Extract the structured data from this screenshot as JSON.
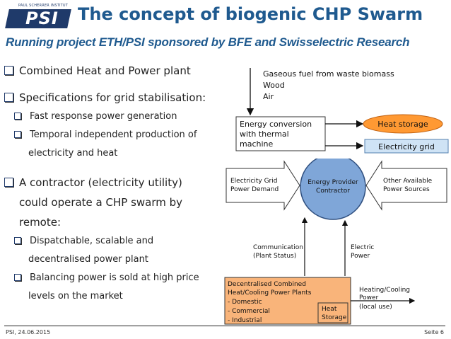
{
  "header": {
    "logo_small_text": "PAUL SCHERRER INSTITUT",
    "logo_text": "PSI",
    "title": "The concept of biogenic CHP Swarm",
    "subtitle": "Running project ETH/PSI sponsored by BFE and Swisselectric  Research"
  },
  "bullets": [
    {
      "text": "Combined Heat and Power plant",
      "sub": []
    },
    {
      "text": "Specifications for grid stabilisation:",
      "sub": [
        "Fast response power generation",
        "Temporal independent production of",
        "electricity and heat"
      ]
    },
    {
      "text_lines": [
        "A contractor (electricity utility)",
        "could operate a CHP swarm by",
        "remote:"
      ],
      "sub": [
        "Dispatchable, scalable and",
        "decentralised power plant",
        "Balancing power is sold at high price",
        "levels on the market"
      ]
    }
  ],
  "top_diagram": {
    "inputs": [
      "Gaseous fuel from waste biomass",
      "Wood",
      "Air"
    ],
    "converter": [
      "Energy conversion",
      "with thermal",
      "machine"
    ],
    "heat_storage": "Heat storage",
    "electricity_grid": "Electricity grid"
  },
  "bottom_diagram": {
    "grid_demand": [
      "Electricity Grid",
      "Power Demand"
    ],
    "contractor": [
      "Energy Provider",
      "Contractor"
    ],
    "other_sources": [
      "Other Available",
      "Power Sources"
    ],
    "communication": [
      "Communication",
      "(Plant Status)"
    ],
    "electric_power": [
      "Electric",
      "Power"
    ],
    "plants": [
      "Decentralised Combined",
      "Heat/Cooling Power Plants",
      "- Domestic",
      "- Commercial",
      "- Industrial"
    ],
    "heat_storage": [
      "Heat",
      "Storage"
    ],
    "local_use": [
      "Heating/Cooling",
      "Power",
      "(local use)"
    ]
  },
  "footer": {
    "left": "PSI, 24.06.2015",
    "right": "Seite 6"
  },
  "colors": {
    "title": "#1f5a8f",
    "heat_storage_fill": "#ff9933",
    "grid_fill": "#cfe3f5",
    "contractor_fill": "#7fa6d8",
    "plants_fill": "#f9b47a"
  }
}
